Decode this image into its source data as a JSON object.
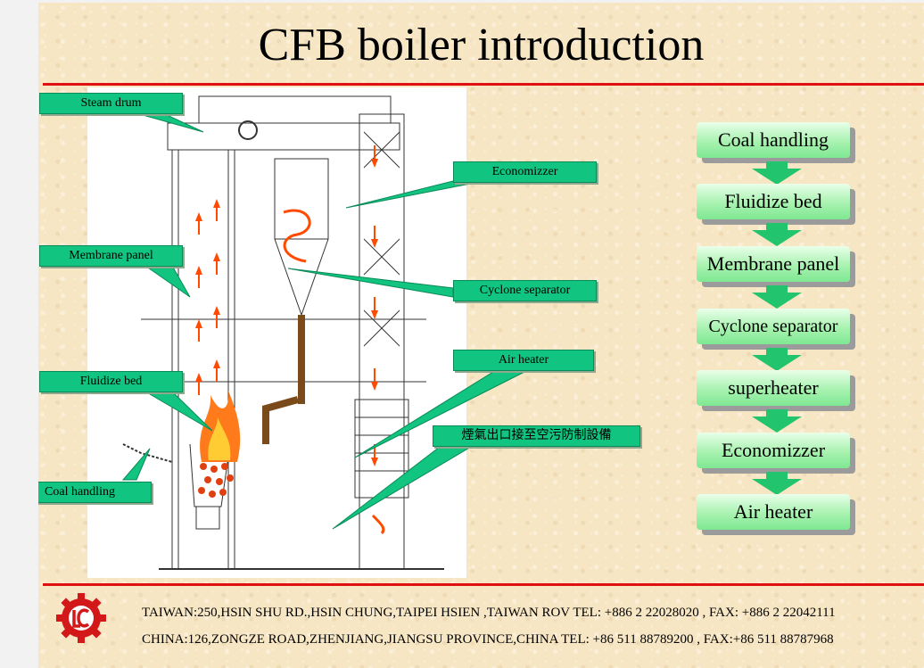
{
  "title": "CFB boiler introduction",
  "callouts": {
    "steam_drum": "Steam drum",
    "membrane_panel": "Membrane panel",
    "fluidize_bed": "Fluidize bed",
    "coal_handling": "Coal handling",
    "economizzer": "Economizzer",
    "cyclone_separator": "Cyclone separator",
    "air_heater": "Air heater",
    "flue_gas_outlet": "煙氣出口接至空污防制設備"
  },
  "flow": [
    "Coal  handling",
    "Fluidize bed",
    "Membrane panel",
    "Cyclone separator",
    "superheater",
    "Economizzer",
    "Air heater"
  ],
  "footer": {
    "taiwan": "TAIWAN:250,HSIN SHU RD.,HSIN CHUNG,TAIPEI HSIEN ,TAIWAN ROV TEL: +886 2 22028020 , FAX: +886 2 22042111",
    "china": "CHINA:126,ZONGZE ROAD,ZHENJIANG,JIANGSU PROVINCE,CHINA TEL: +86 511 88789200 , FAX:+86 511 88787968"
  },
  "colors": {
    "callout": "#11c47f",
    "flow_box": "#a8f2b0",
    "flow_arrow": "#22c46e",
    "rule": "#e01010",
    "logo": "#d21818",
    "background": "#f7e6c3"
  }
}
